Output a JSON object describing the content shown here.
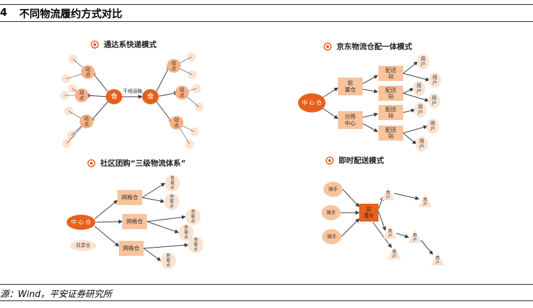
{
  "figure": {
    "number": "4",
    "title": "不同物流履约方式对比"
  },
  "source": "源：Wind，平安证券研究所",
  "panels": {
    "tongda": {
      "title": "通达系快递模式",
      "warehouse": "仓",
      "trunk_label": "干线运输",
      "station_lines": [
        "站",
        "点"
      ]
    },
    "jd": {
      "title": "京东物流仓配一体模式",
      "center_label": "中 心 仓",
      "front_lines": [
        "前",
        "置仓"
      ],
      "sort_lines": [
        "分拣",
        "中心"
      ],
      "delivery_lines": [
        "配送",
        "站"
      ],
      "user_lines": [
        "用",
        "户"
      ]
    },
    "community": {
      "title": "社区团购“三级物流体系”",
      "center_label": "中 心 仓",
      "shared_label": "共享仓",
      "grid_label": "网格仓",
      "pickup_lines": [
        "自",
        "提",
        "点"
      ]
    },
    "instant": {
      "title": "即时配送模式",
      "rider_label": "骑手",
      "front_lines": [
        "前",
        "置仓"
      ],
      "user_lines": [
        "用",
        "户"
      ]
    }
  },
  "colors": {
    "accent": "#e8601c",
    "box_fill": "#f9c39b",
    "node_fill": "#f6b183",
    "bubble_fill": "#fbe3d2",
    "line": "#3a3a3a"
  }
}
